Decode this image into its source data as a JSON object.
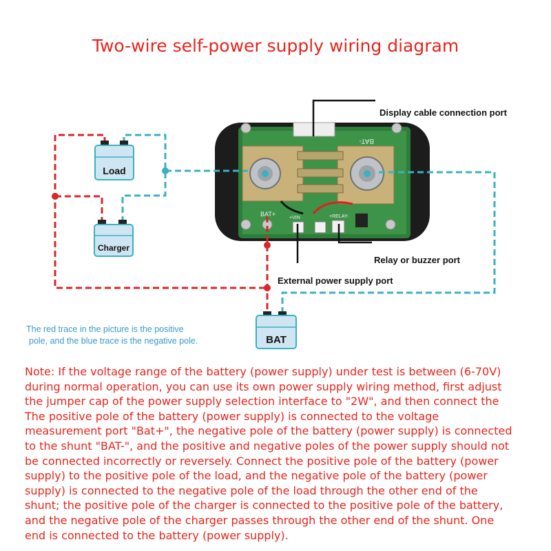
{
  "title": "Two-wire self-power supply wiring diagram",
  "labels": {
    "display_port": "Display cable connection port",
    "relay_port": "Relay or buzzer port",
    "external_power_port": "External power supply port",
    "load": "Load",
    "charger": "Charger",
    "bat": "BAT",
    "board_bat_minus": "BAT-",
    "board_bat_plus": "BAT+",
    "board_vin": "+VIN",
    "board_relay": "+RELAY-"
  },
  "legend_note": {
    "line1": "The red trace in the picture is the positive",
    "line2": "pole, and the blue trace is the negative pole."
  },
  "colors": {
    "positive_trace": "#d8262b",
    "negative_trace": "#3ab0c2",
    "title": "#e8241c"
  },
  "note_lines": [
    "Note: If the voltage range of the battery (power supply) under test is between (6-70V)",
    "during normal operation, you can use its own power supply wiring method, first adjust",
    "the jumper cap of the power supply selection interface to \"2W\", and then connect the",
    "The positive pole of the battery (power supply) is connected to the voltage",
    "measurement port \"Bat+\", the negative pole of the battery (power supply) is connected",
    "to the shunt \"BAT-\", and the positive and negative poles of the power supply should not",
    "be connected incorrectly or reversely. Connect the positive pole of the battery (power",
    "supply) to the positive pole of the load, and the negative pole of the battery (power",
    "supply) is connected to the negative pole of the load through the other end of the",
    "shunt; the positive pole of the charger is connected to the positive pole of the battery,",
    "and the negative pole of the charger passes through the other end of the shunt. One",
    "end is connected to the battery (power supply)."
  ]
}
